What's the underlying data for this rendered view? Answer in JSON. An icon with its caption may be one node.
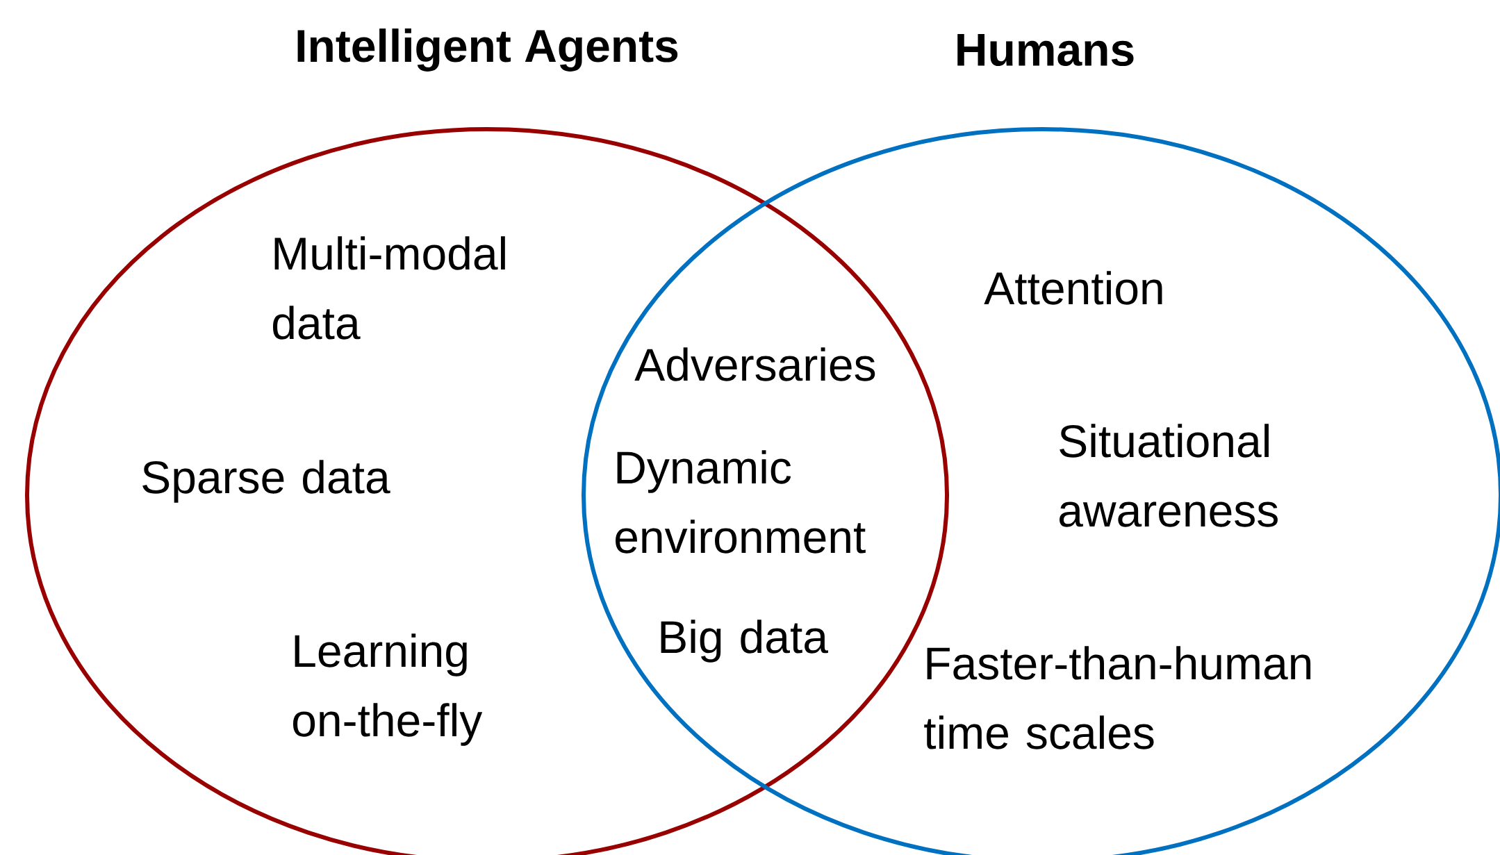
{
  "diagram": {
    "nodes": [
      {
        "text": [
          "Intelligent Agents"
        ]
      },
      {
        "text": [
          "Humans"
        ]
      }
    ],
    "labels": [
      "Multi-modal data",
      "Attention",
      "Adversaries",
      "Situational awareness",
      "Dynamic environment",
      "Sparse data",
      "Big data",
      "Learning on-the-fly",
      "Faster-than-human time scales"
    ]
  }
}
